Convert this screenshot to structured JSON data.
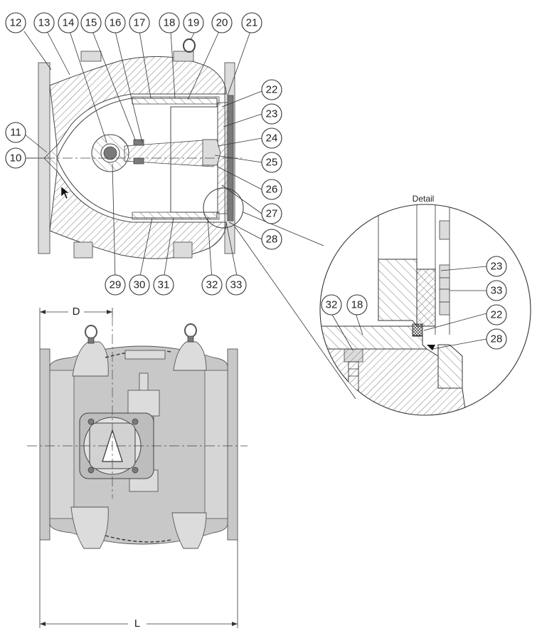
{
  "section_callouts": [
    {
      "id": "c12",
      "text": "12"
    },
    {
      "id": "c13",
      "text": "13"
    },
    {
      "id": "c14",
      "text": "14"
    },
    {
      "id": "c15",
      "text": "15"
    },
    {
      "id": "c16",
      "text": "16"
    },
    {
      "id": "c17",
      "text": "17"
    },
    {
      "id": "c18",
      "text": "18"
    },
    {
      "id": "c19",
      "text": "19"
    },
    {
      "id": "c20",
      "text": "20"
    },
    {
      "id": "c21",
      "text": "21"
    },
    {
      "id": "c22",
      "text": "22"
    },
    {
      "id": "c23",
      "text": "23"
    },
    {
      "id": "c24",
      "text": "24"
    },
    {
      "id": "c25",
      "text": "25"
    },
    {
      "id": "c26",
      "text": "26"
    },
    {
      "id": "c27",
      "text": "27"
    },
    {
      "id": "c28",
      "text": "28"
    },
    {
      "id": "c33",
      "text": "33"
    },
    {
      "id": "c32",
      "text": "32"
    },
    {
      "id": "c31",
      "text": "31"
    },
    {
      "id": "c30",
      "text": "30"
    },
    {
      "id": "c29",
      "text": "29"
    },
    {
      "id": "c11",
      "text": "11"
    },
    {
      "id": "c10",
      "text": "10"
    }
  ],
  "detail": {
    "title": "Detail",
    "callouts": [
      {
        "id": "d23",
        "text": "23"
      },
      {
        "id": "d33",
        "text": "33"
      },
      {
        "id": "d22",
        "text": "22"
      },
      {
        "id": "d28",
        "text": "28"
      },
      {
        "id": "d32",
        "text": "32"
      },
      {
        "id": "d18",
        "text": "18"
      }
    ]
  },
  "dimensions": {
    "D": "D",
    "L": "L"
  }
}
